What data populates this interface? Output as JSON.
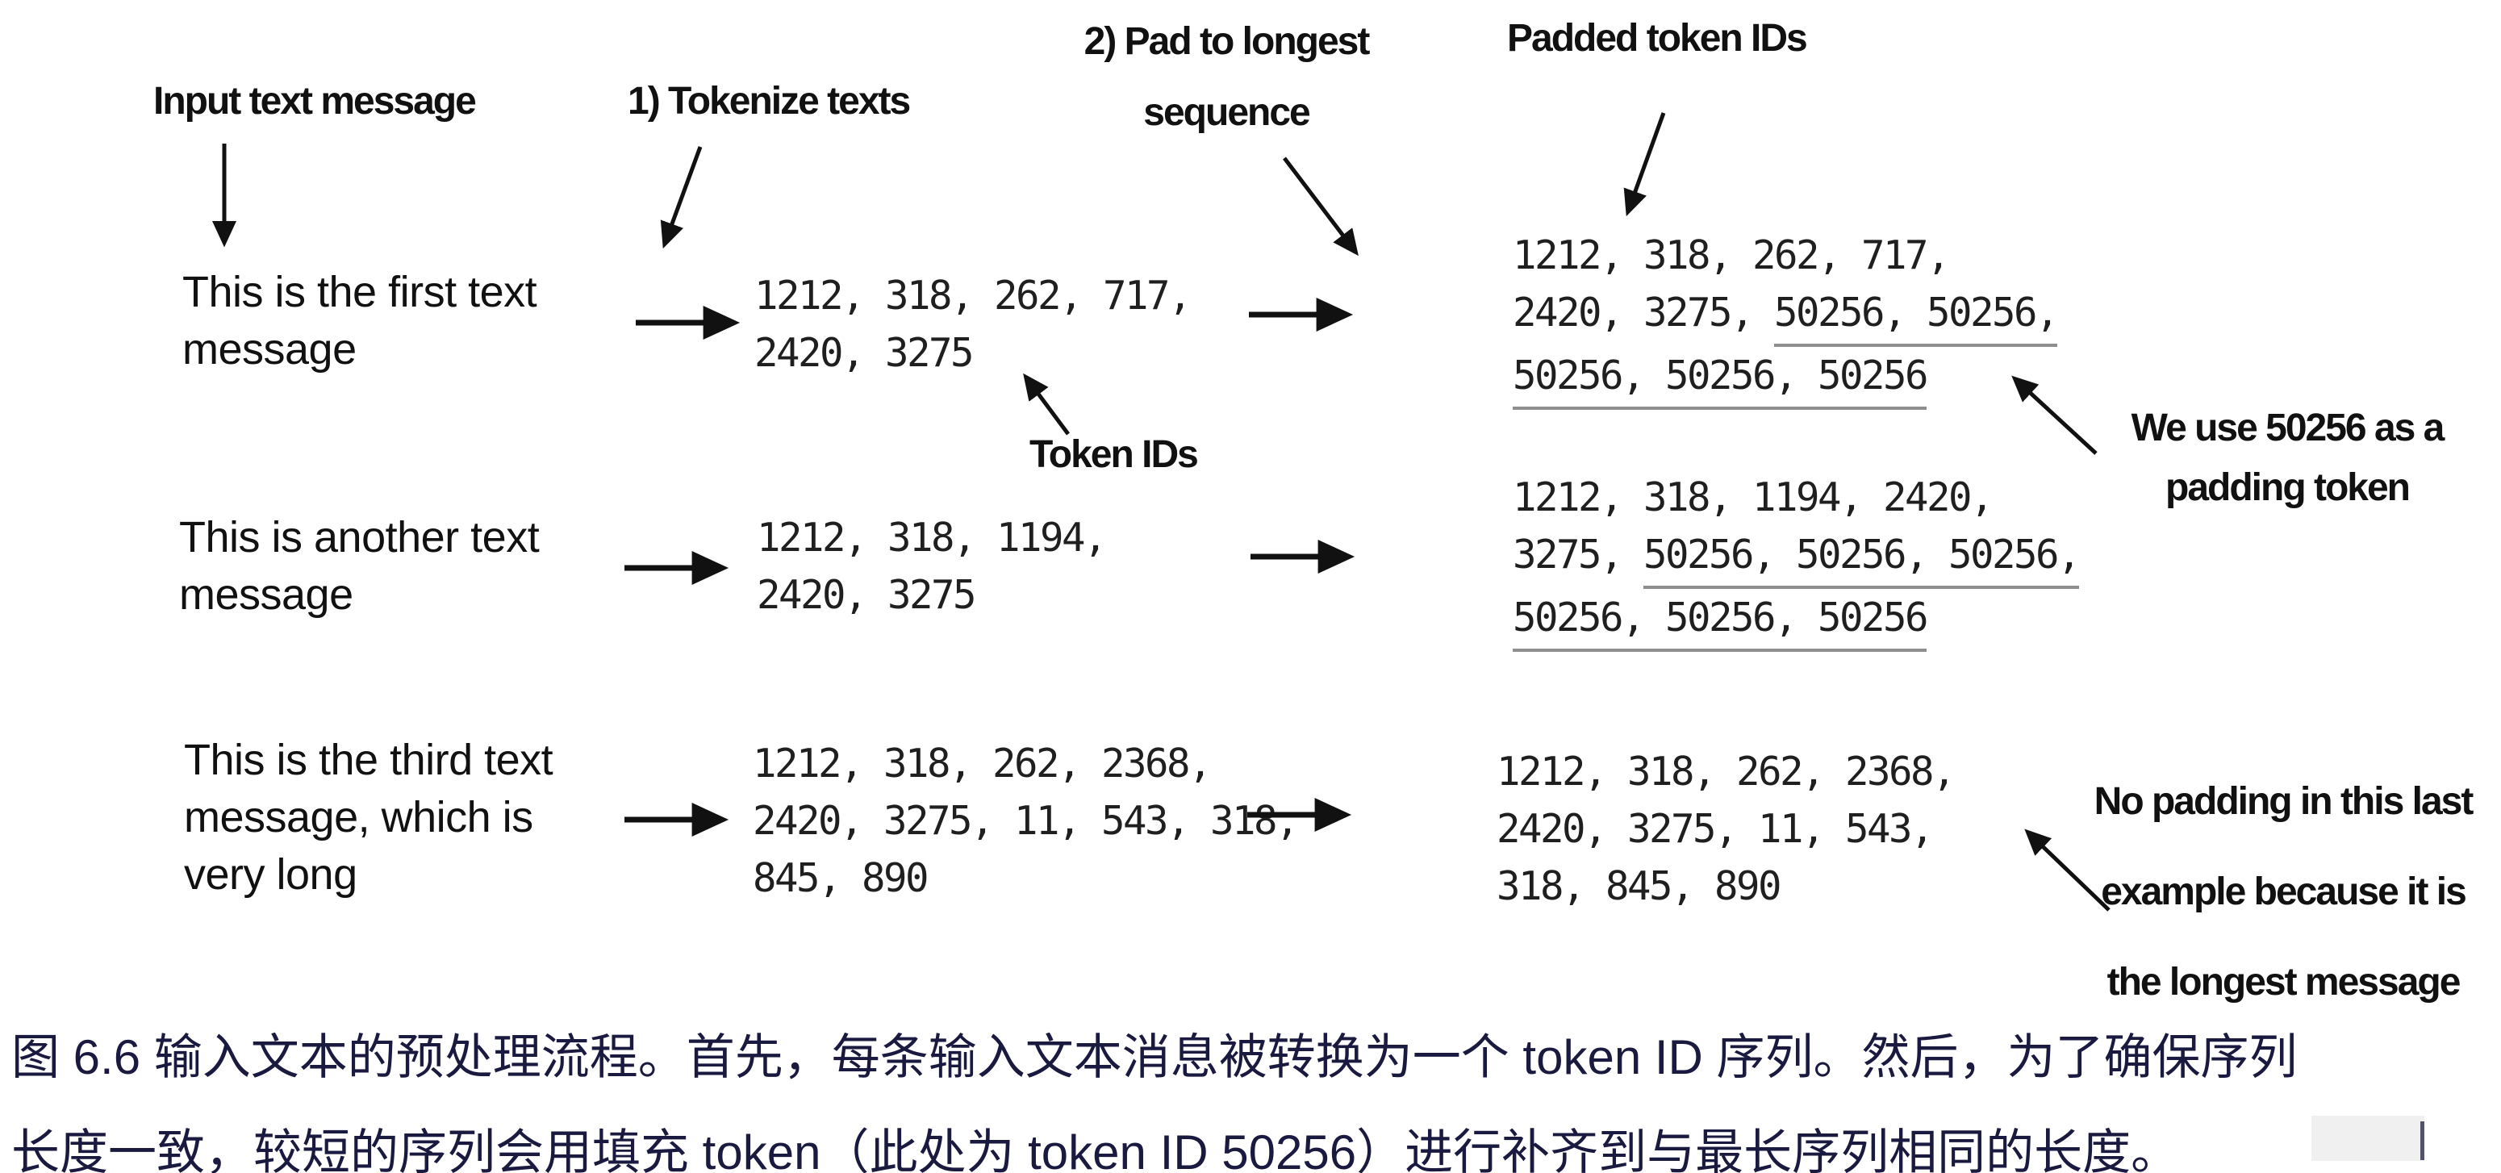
{
  "figure": {
    "headers": {
      "input": "Input text message",
      "tokenize": "1) Tokenize texts",
      "pad_line1": "2) Pad to longest",
      "pad_line2": "sequence",
      "padded": "Padded token IDs"
    },
    "annotations": {
      "token_ids": "Token IDs",
      "we_use_line1": "We use 50256 as a",
      "we_use_line2": "padding token",
      "no_padding_line1": "No padding in this last",
      "no_padding_line2": "example because it is",
      "no_padding_line3": "the longest message"
    },
    "rows": [
      {
        "input_lines": [
          "This is the first text",
          "message",
          ""
        ],
        "token_lines": [
          "1212, 318, 262, 717,",
          "2420, 3275",
          ""
        ],
        "padded_lines": [
          {
            "normal": "1212, 318, 262, 717,",
            "underline": ""
          },
          {
            "normal": "2420, 3275, ",
            "underline": "50256, 50256,"
          },
          {
            "normal": "",
            "underline": "50256, 50256, 50256"
          }
        ]
      },
      {
        "input_lines": [
          "This is another text",
          "message",
          ""
        ],
        "token_lines": [
          "1212, 318, 1194,",
          "2420, 3275",
          ""
        ],
        "padded_lines": [
          {
            "normal": "1212, 318, 1194, 2420,",
            "underline": ""
          },
          {
            "normal": "3275, ",
            "underline": "50256, 50256, 50256,"
          },
          {
            "normal": "",
            "underline": "50256, 50256, 50256"
          }
        ]
      },
      {
        "input_lines": [
          "This is the third text",
          "message, which is",
          "very long"
        ],
        "token_lines": [
          "1212, 318, 262, 2368,",
          "2420, 3275, 11, 543, 318,",
          "845, 890"
        ],
        "padded_lines": [
          {
            "normal": "1212, 318, 262, 2368,",
            "underline": ""
          },
          {
            "normal": "2420, 3275, 11, 543,",
            "underline": ""
          },
          {
            "normal": "318, 845, 890",
            "underline": ""
          }
        ]
      }
    ]
  },
  "caption": {
    "line1": "图 6.6 输入文本的预处理流程。首先，每条输入文本消息被转换为一个 token ID 序列。然后，为了确保序列",
    "line2": "长度一致，较短的序列会用填充 token（此处为 token ID 50256）进行补齐到与最长序列相同的长度。"
  },
  "colors": {
    "background": "#ffffff",
    "text": "#111111",
    "mono": "#1f1f1f",
    "underline": "#8f8f8f",
    "caption": "#1a1a40",
    "arrow": "#111111"
  }
}
